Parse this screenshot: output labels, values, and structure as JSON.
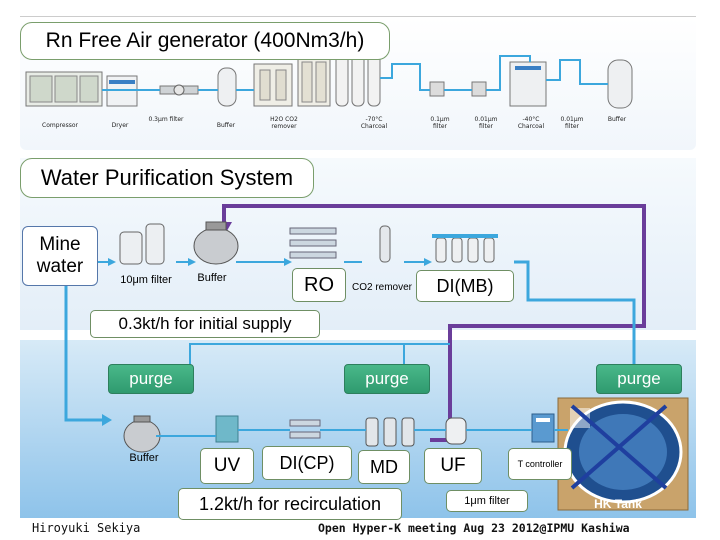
{
  "top": {
    "title": "Rn Free Air generator (400Nm3/h)",
    "items": [
      "Compressor",
      "Dryer",
      "0.3μm filter",
      "Buffer",
      "H2O CO2 remover",
      "-70°C Charcoal",
      "0.1μm filter",
      "0.01μm filter",
      "-40°C Charcoal",
      "0.01μm filter",
      "Buffer"
    ]
  },
  "water": {
    "title": "Water Purification System",
    "mine": "Mine water",
    "filter10": "10μm filter",
    "buffer": "Buffer",
    "ro": "RO",
    "co2": "CO2 remover",
    "dimb": "DI(MB)",
    "initial": "0.3kt/h for initial supply"
  },
  "bottom": {
    "purge1": "purge",
    "purge2": "purge",
    "purge3": "purge",
    "buffer": "Buffer",
    "uv": "UV",
    "dicp": "DI(CP)",
    "md": "MD",
    "uf": "UF",
    "tcontroller": "T controller",
    "recirc": "1.2kt/h for recirculation",
    "filter1": "1μm filter",
    "hktank": "HK Tank"
  },
  "footer": {
    "author": "Hiroyuki Sekiya",
    "event": "Open Hyper-K meeting Aug 23 2012@IPMU Kashiwa"
  },
  "colors": {
    "pipe_blue": "#3ca7dd",
    "pipe_purple": "#6a3d9a",
    "purge_green": "#36a77b",
    "cross_blue": "#1f3f9f"
  }
}
